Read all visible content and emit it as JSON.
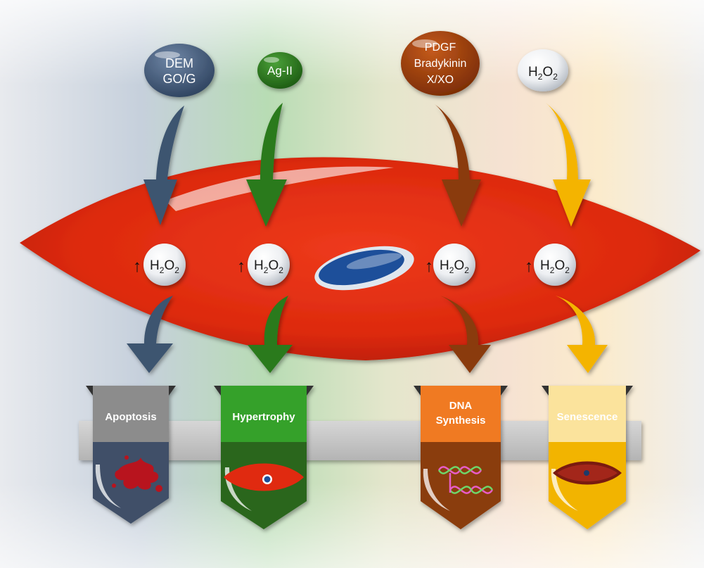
{
  "stimuli": [
    {
      "line1": "DEM",
      "line2": "GO/G",
      "color": "#3e5470"
    },
    {
      "line1": "Ag-II",
      "color": "#2c7a1c"
    },
    {
      "line1": "PDGF",
      "line2": "Bradykinin",
      "line3": "X/XO",
      "color": "#9c3d08"
    },
    {
      "chem": {
        "a": "H",
        "s1": "2",
        "b": "O",
        "s2": "2"
      },
      "color": "#eef1f4"
    }
  ],
  "h2o2": {
    "a": "H",
    "s1": "2",
    "b": "O",
    "s2": "2"
  },
  "increase_symbol": "↑",
  "outcomes": [
    {
      "label": "Apoptosis",
      "color": "#3f5068"
    },
    {
      "label": "Hypertrophy",
      "color": "#2e7a22"
    },
    {
      "line1": "DNA",
      "line2": "Synthesis",
      "color": "#8a3c10"
    },
    {
      "label": "Senescence",
      "color": "#f2b400"
    }
  ],
  "colors": {
    "cell": "#e02a10",
    "nucleus": "#1d4f9a",
    "band": "#c8c8c8"
  },
  "icons": [
    "blood-splatter-icon",
    "enlarged-cell-icon",
    "dna-strand-icon",
    "aged-cell-icon"
  ]
}
